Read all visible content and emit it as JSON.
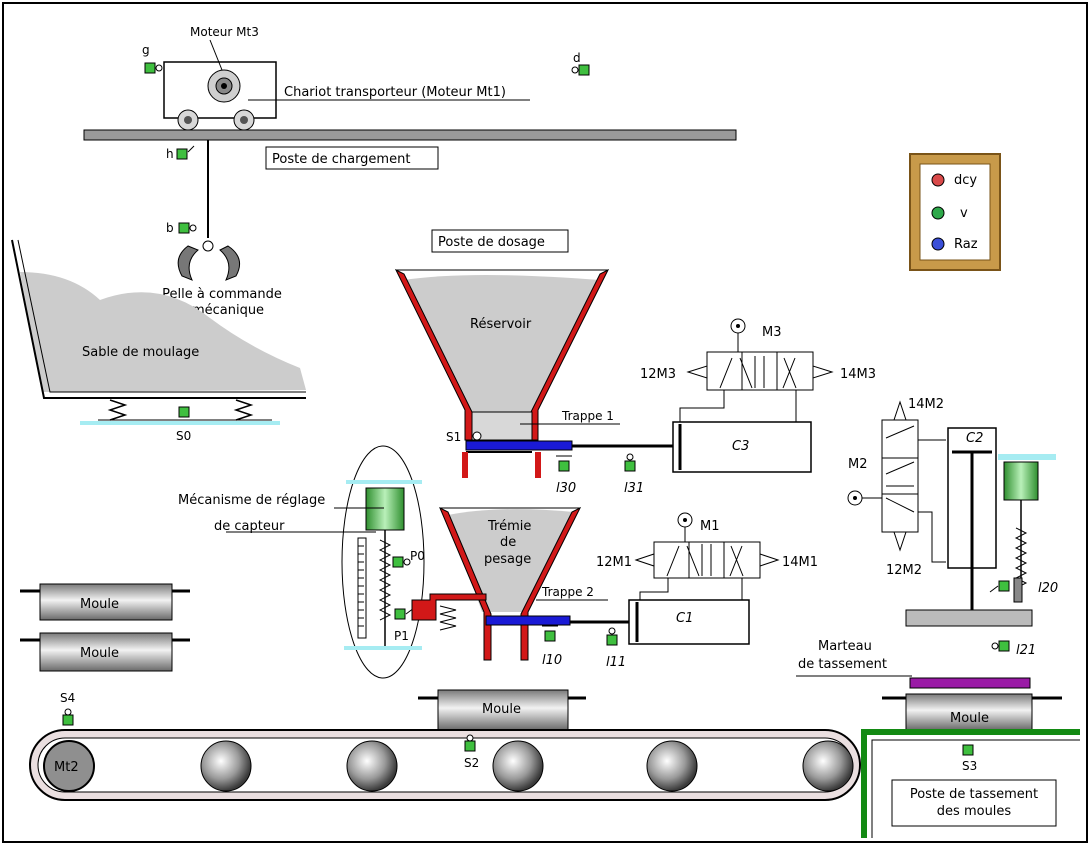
{
  "machine": {
    "motor_mt3": "Moteur Mt3",
    "carriage": "Chariot transporteur (Moteur Mt1)",
    "loading_station": "Poste de chargement",
    "shovel_line1": "Pelle à commande",
    "shovel_line2": "mécanique",
    "sand": "Sable de moulage",
    "dosing_station": "Poste de dosage",
    "reservoir": "Réservoir",
    "trap1": "Trappe 1",
    "trap2": "Trappe 2",
    "weigh_hopper_line1": "Trémie",
    "weigh_hopper_line2": "de",
    "weigh_hopper_line3": "pesage",
    "sensor_mechanism_line1": "Mécanisme de réglage",
    "sensor_mechanism_line2": "de capteur",
    "hammer_line1": "Marteau",
    "hammer_line2": "de tassement",
    "compaction_line1": "Poste de tassement",
    "compaction_line2": "des moules",
    "mould": "Moule",
    "motor_mt2": "Mt2"
  },
  "sensors": {
    "g": "g",
    "d": "d",
    "h": "h",
    "b": "b",
    "s0": "S0",
    "s1": "S1",
    "s2": "S2",
    "s3": "S3",
    "s4": "S4",
    "p0": "P0",
    "p1": "P1",
    "l30": "l30",
    "l31": "l31",
    "l10": "l10",
    "l11": "l11",
    "l20": "l20",
    "l21": "l21"
  },
  "actuators": {
    "c1": "C1",
    "c2": "C2",
    "c3": "C3",
    "m1": "M1",
    "m2": "M2",
    "m3": "M3",
    "m1_12": "12M1",
    "m1_14": "14M1",
    "m2_12": "12M2",
    "m2_14": "14M2",
    "m3_12": "12M3",
    "m3_14": "14M3"
  },
  "control_panel": {
    "dcy": "dcy",
    "v": "v",
    "raz": "Raz",
    "colors": {
      "dcy": "#d94a4a",
      "v": "#2ea84a",
      "raz": "#3a4fd8"
    }
  },
  "colors": {
    "sand": "#cccccc",
    "hopper_wall": "#d21818",
    "trap": "#1a1ad6",
    "spring_block": "#5ec45e",
    "water": "#a6ecf2",
    "hammer": "#9a1aa6",
    "compaction_frame": "#138a13",
    "panel_frame": "#c89a4a"
  }
}
